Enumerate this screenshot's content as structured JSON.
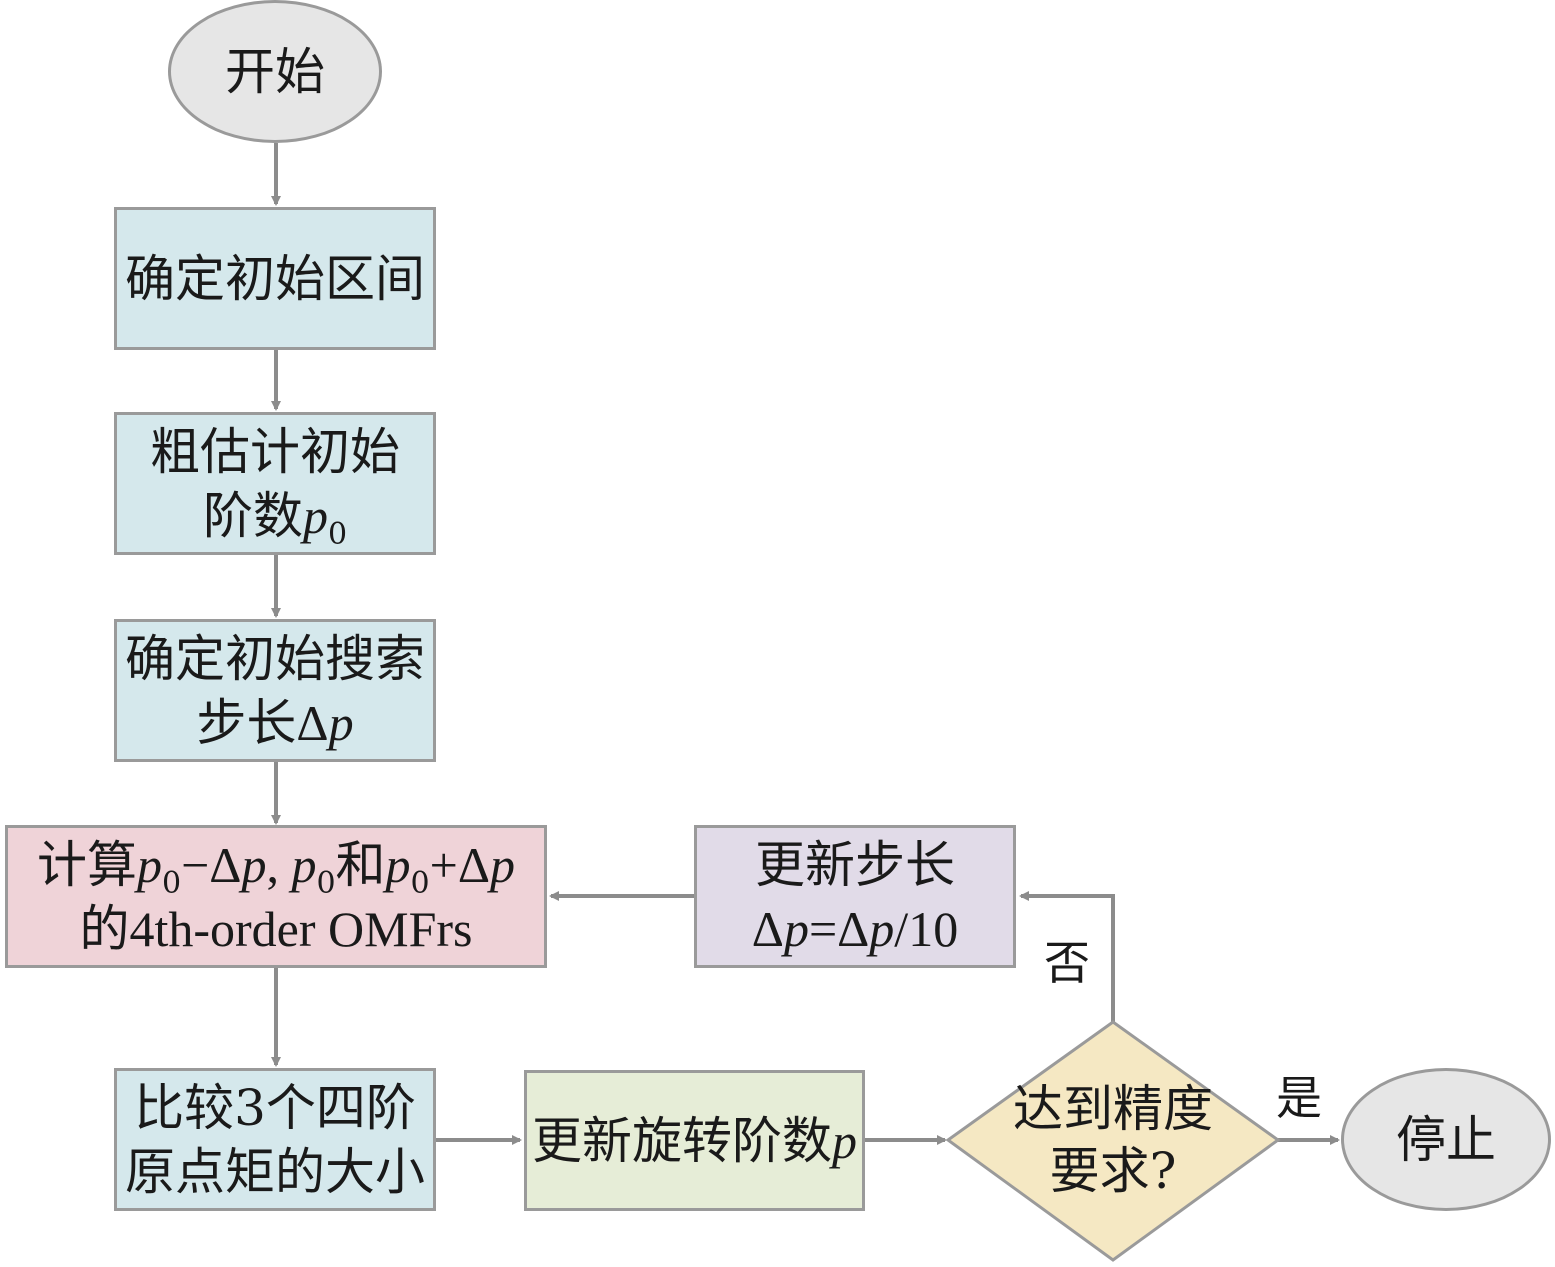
{
  "colors": {
    "ellipse_fill": "#e6e6e6",
    "box_border": "#9a9a9a",
    "blue_fill": "#d5e8ec",
    "pink_fill": "#efd3d8",
    "lilac_fill": "#e1dbe8",
    "green_fill": "#e6edd7",
    "diamond_fill": "#f5e8c3",
    "arrow": "#8c8c8c"
  },
  "nodes": {
    "start": "开始",
    "determine_interval": "确定初始区间",
    "estimate_order": {
      "line1": "粗估计初始",
      "line2_text": "阶数",
      "var": "p",
      "sub": "0"
    },
    "step_size": {
      "line1": "确定初始搜索",
      "line2_text": "步长",
      "delta": "Δ",
      "var": "p"
    },
    "compute": {
      "prefix": "计算",
      "p": "p",
      "sub": "0",
      "minus": "−Δ",
      "comma": ", ",
      "and": "和",
      "plus": "+Δ",
      "line2": "的4th-order OMFrs"
    },
    "compare": {
      "line1": "比较3个四阶",
      "line2": "原点矩的大小"
    },
    "update_order": {
      "text": "更新旋转阶数",
      "var": "p"
    },
    "precision": {
      "line1": "达到精度",
      "line2": "要求?"
    },
    "update_step": {
      "line1": "更新步长",
      "delta": "Δ",
      "var": "p",
      "eq": "=Δ",
      "div": "/10"
    },
    "stop": "停止"
  },
  "edge_labels": {
    "no": "否",
    "yes": "是"
  }
}
